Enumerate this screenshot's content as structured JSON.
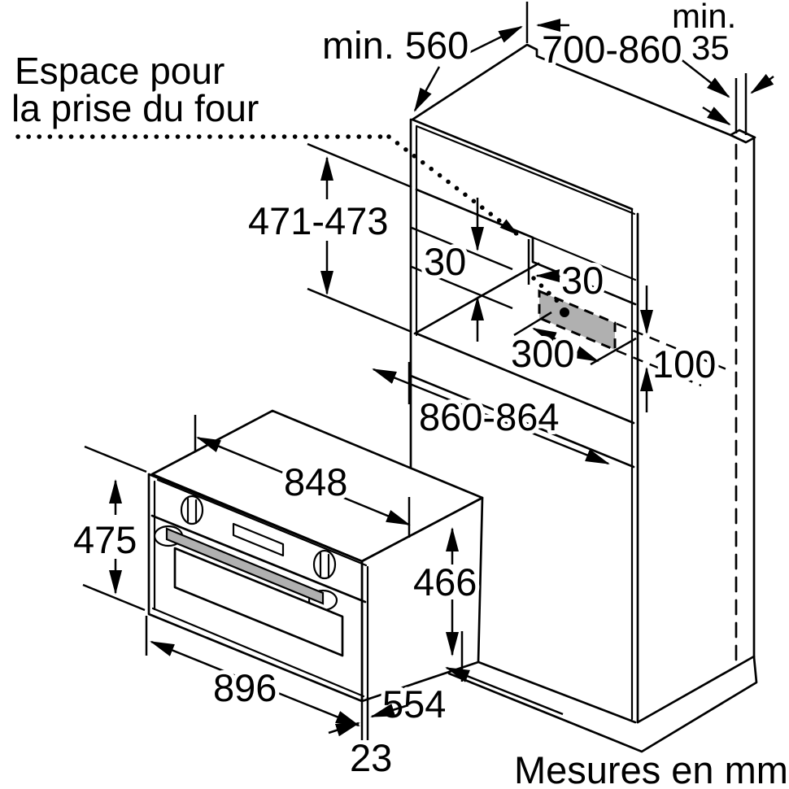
{
  "note": {
    "line1": "Espace pour",
    "line2": "la prise du four"
  },
  "units_note": "Mesures en mm",
  "dims": {
    "top_depth": "min. 560",
    "top_width": "700-860",
    "side_gap_min": "min.",
    "side_gap": "35",
    "niche_height": "471-473",
    "step_height": "30",
    "socket_inset": "30",
    "socket_zone_width": "300",
    "socket_zone_height": "100",
    "niche_width": "860-864",
    "oven_top_width": "848",
    "oven_front_height": "475",
    "oven_body_height": "466",
    "oven_width": "896",
    "oven_depth": "554",
    "front_overhang": "23"
  },
  "colors": {
    "line": "#000000",
    "socket_zone": "#b0b0b0",
    "handle": "#b0b0b0",
    "background": "#ffffff"
  }
}
